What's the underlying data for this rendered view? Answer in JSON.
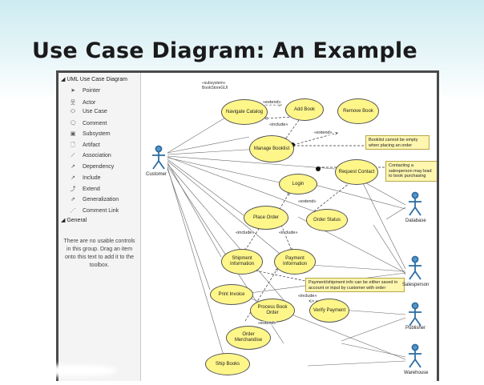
{
  "slide": {
    "title": "Use Case Diagram: An Example"
  },
  "toolbox": {
    "section_uml": "◢ UML Use Case Diagram",
    "items": [
      {
        "label": "Pointer",
        "icon": "pointer-icon",
        "glyph": "➤"
      },
      {
        "label": "Actor",
        "icon": "actor-icon",
        "glyph": "웃"
      },
      {
        "label": "Use Case",
        "icon": "use-case-icon",
        "glyph": "⬭"
      },
      {
        "label": "Comment",
        "icon": "comment-icon",
        "glyph": "🗨"
      },
      {
        "label": "Subsystem",
        "icon": "subsystem-icon",
        "glyph": "▣"
      },
      {
        "label": "Artifact",
        "icon": "artifact-icon",
        "glyph": "🗋"
      },
      {
        "label": "Association",
        "icon": "association-icon",
        "glyph": "⟋"
      },
      {
        "label": "Dependency",
        "icon": "dependency-icon",
        "glyph": "↗"
      },
      {
        "label": "Include",
        "icon": "include-icon",
        "glyph": "↗"
      },
      {
        "label": "Extend",
        "icon": "extend-icon",
        "glyph": "⤴"
      },
      {
        "label": "Generalization",
        "icon": "generalization-icon",
        "glyph": "⇗"
      },
      {
        "label": "Comment Link",
        "icon": "comment-link-icon",
        "glyph": "⋰"
      }
    ],
    "section_general": "◢ General",
    "empty_text": "There are no usable controls in this group. Drag an item onto this text to add it to the toolbox."
  },
  "diagram": {
    "subsystem_stereotype": "«subsystem»",
    "subsystem_name": "BookStoreGUI",
    "use_cases": {
      "navigate_catalog": "Navigate Catalog",
      "add_book": "Add Book",
      "remove_book": "Remove Book",
      "manage_booklist": "Manage Booklist",
      "request_contact": "Request Contact",
      "login": "Login",
      "place_order": "Place Order",
      "order_status": "Order Status",
      "shipment_information": "Shipment Information",
      "payment_information": "Payment Information",
      "print_invoice": "Print Invoice",
      "process_book_order": "Process Book Order",
      "verify_payment": "Verify Payment",
      "order_merchandise": "Order Merchandise",
      "ship_books": "Ship Books"
    },
    "actors": {
      "customer": "Customer",
      "database": "Database",
      "salesperson": "Salesperson",
      "publisher": "Publisher",
      "warehouse": "Warehouse"
    },
    "relations": {
      "extend": "«extend»",
      "include": "«include»"
    },
    "notes": {
      "booklist": "Booklist cannot be empty when placing an order",
      "contact": "Contacting a salesperson may lead to book purchasing",
      "payment": "Payment/shipment info can be either saved in account or input by customer with order"
    }
  }
}
